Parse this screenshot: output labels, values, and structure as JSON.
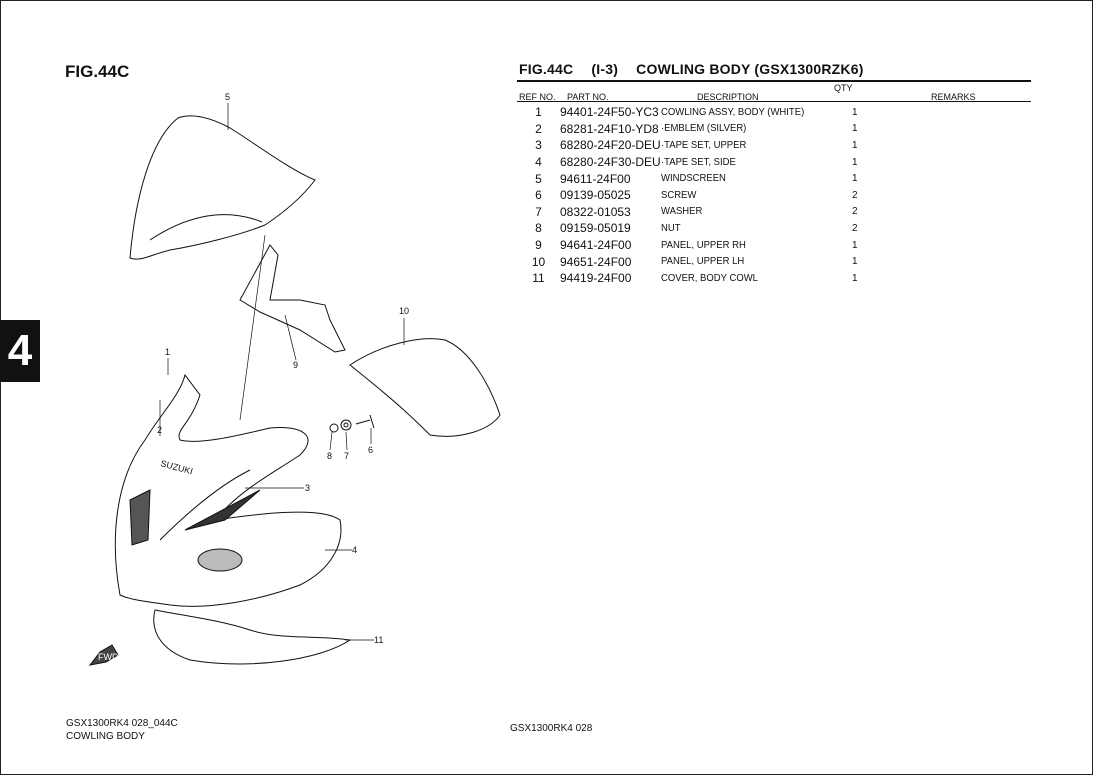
{
  "page_tab": "4",
  "figure_label": "FIG.44C",
  "title": {
    "fig": "FIG.44C",
    "section": "(I-3)",
    "name": "COWLING BODY (GSX1300RZK6)"
  },
  "table": {
    "headers": {
      "ref": "REF NO.",
      "part": "PART NO.",
      "description": "DESCRIPTION",
      "qty": "QTY",
      "remarks": "REMARKS"
    },
    "rows": [
      {
        "ref": "1",
        "part": "94401-24F50-YC3",
        "description": "COWLING ASSY, BODY (WHITE)",
        "qty": "1"
      },
      {
        "ref": "2",
        "part": "68281-24F10-YD8",
        "description": "·EMBLEM (SILVER)",
        "qty": "1"
      },
      {
        "ref": "3",
        "part": "68280-24F20-DEU",
        "description": "·TAPE SET, UPPER",
        "qty": "1"
      },
      {
        "ref": "4",
        "part": "68280-24F30-DEU",
        "description": "·TAPE SET, SIDE",
        "qty": "1"
      },
      {
        "ref": "5",
        "part": "94611-24F00",
        "description": "WINDSCREEN",
        "qty": "1"
      },
      {
        "ref": "6",
        "part": "09139-05025",
        "description": "SCREW",
        "qty": "2"
      },
      {
        "ref": "7",
        "part": "08322-01053",
        "description": "WASHER",
        "qty": "2"
      },
      {
        "ref": "8",
        "part": "09159-05019",
        "description": "NUT",
        "qty": "2"
      },
      {
        "ref": "9",
        "part": "94641-24F00",
        "description": "PANEL, UPPER RH",
        "qty": "1"
      },
      {
        "ref": "10",
        "part": "94651-24F00",
        "description": "PANEL, UPPER LH",
        "qty": "1"
      },
      {
        "ref": "11",
        "part": "94419-24F00",
        "description": "COVER, BODY COWL",
        "qty": "1"
      }
    ]
  },
  "diagram": {
    "callouts": [
      "1",
      "2",
      "3",
      "4",
      "5",
      "6",
      "7",
      "8",
      "9",
      "10",
      "11"
    ],
    "fwd_label": "FWD",
    "emblem_text": "SUZUKI"
  },
  "footer": {
    "left_code": "GSX1300RK4 028_044C",
    "left_name": "COWLING BODY",
    "center_code": "GSX1300RK4 028"
  }
}
